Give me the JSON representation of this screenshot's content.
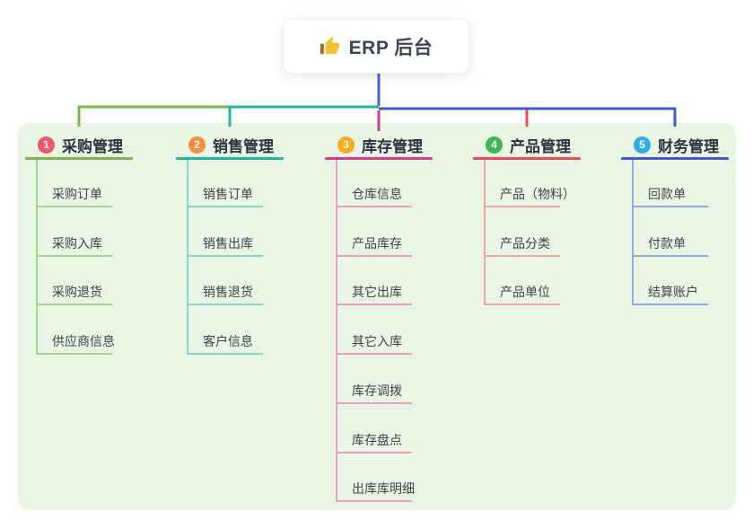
{
  "root": {
    "icon": "thumbs-up-icon",
    "label": "ERP 后台"
  },
  "panel": {
    "background": "#e9f6e3"
  },
  "connectors": {
    "root_drop_color": "#4a5fd6"
  },
  "branches": [
    {
      "num": "1",
      "label": "采购管理",
      "badge_color": "#f0566a",
      "line_color": "#7ab648",
      "child_line_color": "#a9d48e",
      "children": [
        "采购订单",
        "采购入库",
        "采购退货",
        "供应商信息"
      ]
    },
    {
      "num": "2",
      "label": "销售管理",
      "badge_color": "#fb8c42",
      "line_color": "#1eb7a6",
      "child_line_color": "#84d8cd",
      "children": [
        "销售订单",
        "销售出库",
        "销售退货",
        "客户信息"
      ]
    },
    {
      "num": "3",
      "label": "库存管理",
      "badge_color": "#fbab1c",
      "line_color": "#d63a92",
      "child_line_color": "#f29dc5",
      "children": [
        "仓库信息",
        "产品库存",
        "其它出库",
        "其它入库",
        "库存调拨",
        "库存盘点",
        "出库库明细"
      ]
    },
    {
      "num": "4",
      "label": "产品管理",
      "badge_color": "#3cb94f",
      "line_color": "#f5494f",
      "child_line_color": "#f9a2a6",
      "children": [
        "产品（物料）",
        "产品分类",
        "产品单位"
      ]
    },
    {
      "num": "5",
      "label": "财务管理",
      "badge_color": "#2cade3",
      "line_color": "#3c5ad1",
      "child_line_color": "#93a9e6",
      "children": [
        "回款单",
        "付款单",
        "结算账户"
      ]
    }
  ]
}
